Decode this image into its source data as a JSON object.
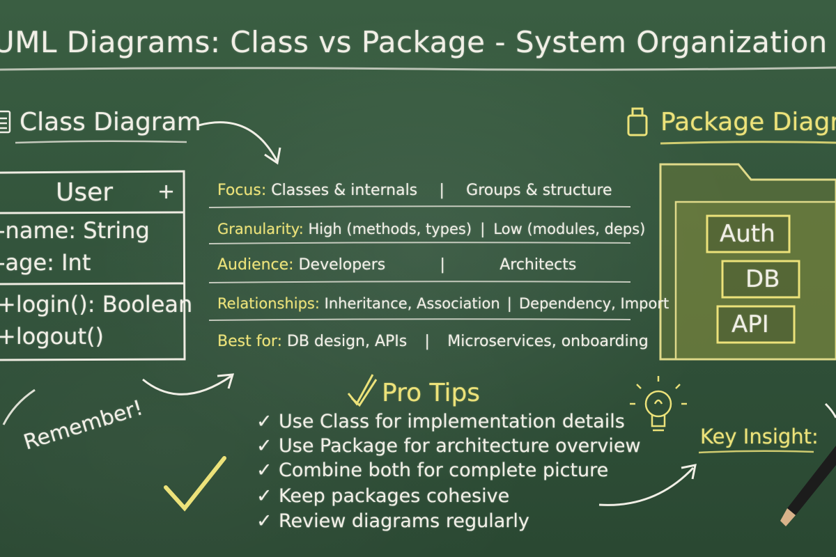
{
  "title": "UML Diagrams: Class vs Package - System Organization Guide",
  "class_heading": "Class Diagram",
  "package_heading": "Package Diagram",
  "uml_class": {
    "name": "User",
    "plus": "+",
    "attributes": [
      "-name: String",
      "-age: Int"
    ],
    "methods": [
      "+login(): Boolean",
      "+logout()"
    ]
  },
  "comparison": [
    {
      "label": "Focus:",
      "class_side": "Classes & internals",
      "package_side": "Groups & structure"
    },
    {
      "label": "Granularity:",
      "class_side": "High (methods, types)",
      "package_side": "Low (modules, deps)"
    },
    {
      "label": "Audience:",
      "class_side": "Developers",
      "package_side": "Architects"
    },
    {
      "label": "Relationships:",
      "class_side": "Inheritance, Association",
      "package_side": "Dependency, Import"
    },
    {
      "label": "Best for:",
      "class_side": "DB design, APIs",
      "package_side": "Microservices, onboarding"
    }
  ],
  "separator": "|",
  "packages": [
    "Auth",
    "DB",
    "API"
  ],
  "tips": {
    "heading": "Pro Tips",
    "check": "✓",
    "items": [
      "Use Class for implementation details",
      "Use Package for architecture overview",
      "Combine both for complete picture",
      "Keep packages cohesive",
      "Review diagrams regularly"
    ]
  },
  "remember": "Remember!",
  "key_insight": "Key Insight:",
  "colors": {
    "chalk_white": "#f1efe6",
    "chalk_yellow": "#ece27a",
    "board_green": "#31523a",
    "folder_fill": "#6a7a3a"
  },
  "icons": [
    "clipboard-icon",
    "package-icon",
    "check-mark-icon",
    "lightbulb-icon",
    "chalk-stick-icon",
    "arrow-icon"
  ]
}
